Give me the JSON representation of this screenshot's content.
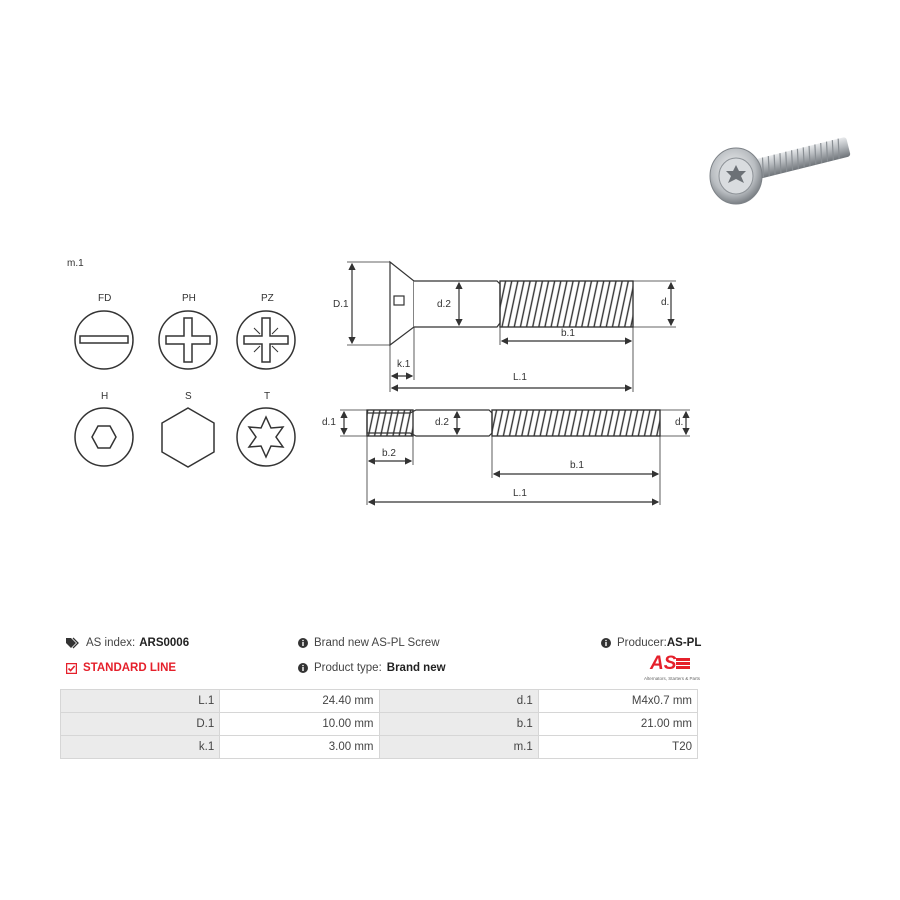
{
  "diagram": {
    "m_label": "m.1",
    "heads": [
      {
        "label": "FD",
        "icon": "flat-slot-drive-icon"
      },
      {
        "label": "PH",
        "icon": "phillips-drive-icon"
      },
      {
        "label": "PZ",
        "icon": "pozidriv-drive-icon"
      },
      {
        "label": "H",
        "icon": "hex-socket-drive-icon"
      },
      {
        "label": "S",
        "icon": "hex-head-icon"
      },
      {
        "label": "T",
        "icon": "torx-drive-icon"
      }
    ],
    "screw_labels": {
      "D1": "D.1",
      "d2": "d.2",
      "d": "d.",
      "b1": "b.1",
      "k1": "k.1",
      "L1": "L.1"
    },
    "stud_labels": {
      "d1": "d.1",
      "d2": "d.2",
      "d": "d.",
      "b2": "b.2",
      "b1": "b.1",
      "L1": "L.1"
    }
  },
  "info": {
    "as_index_label": "AS index:",
    "as_index_value": "ARS0006",
    "description": "Brand new AS-PL Screw",
    "producer_label": "Producer:",
    "producer_value": "AS-PL",
    "standard_line": "STANDARD LINE",
    "product_type_label": "Product type:",
    "product_type_value": "Brand new",
    "logo_text": "AS",
    "logo_tagline": "Alternators, Starters & Parts"
  },
  "specs": [
    {
      "label1": "L.1",
      "value1": "24.40 mm",
      "label2": "d.1",
      "value2": "M4x0.7 mm"
    },
    {
      "label1": "D.1",
      "value1": "10.00 mm",
      "label2": "b.1",
      "value2": "21.00 mm"
    },
    {
      "label1": "k.1",
      "value1": "3.00 mm",
      "label2": "m.1",
      "value2": "T20"
    }
  ],
  "colors": {
    "accent": "#e5202b",
    "table_label_bg": "#ebebeb",
    "border": "#d6d6d6"
  }
}
